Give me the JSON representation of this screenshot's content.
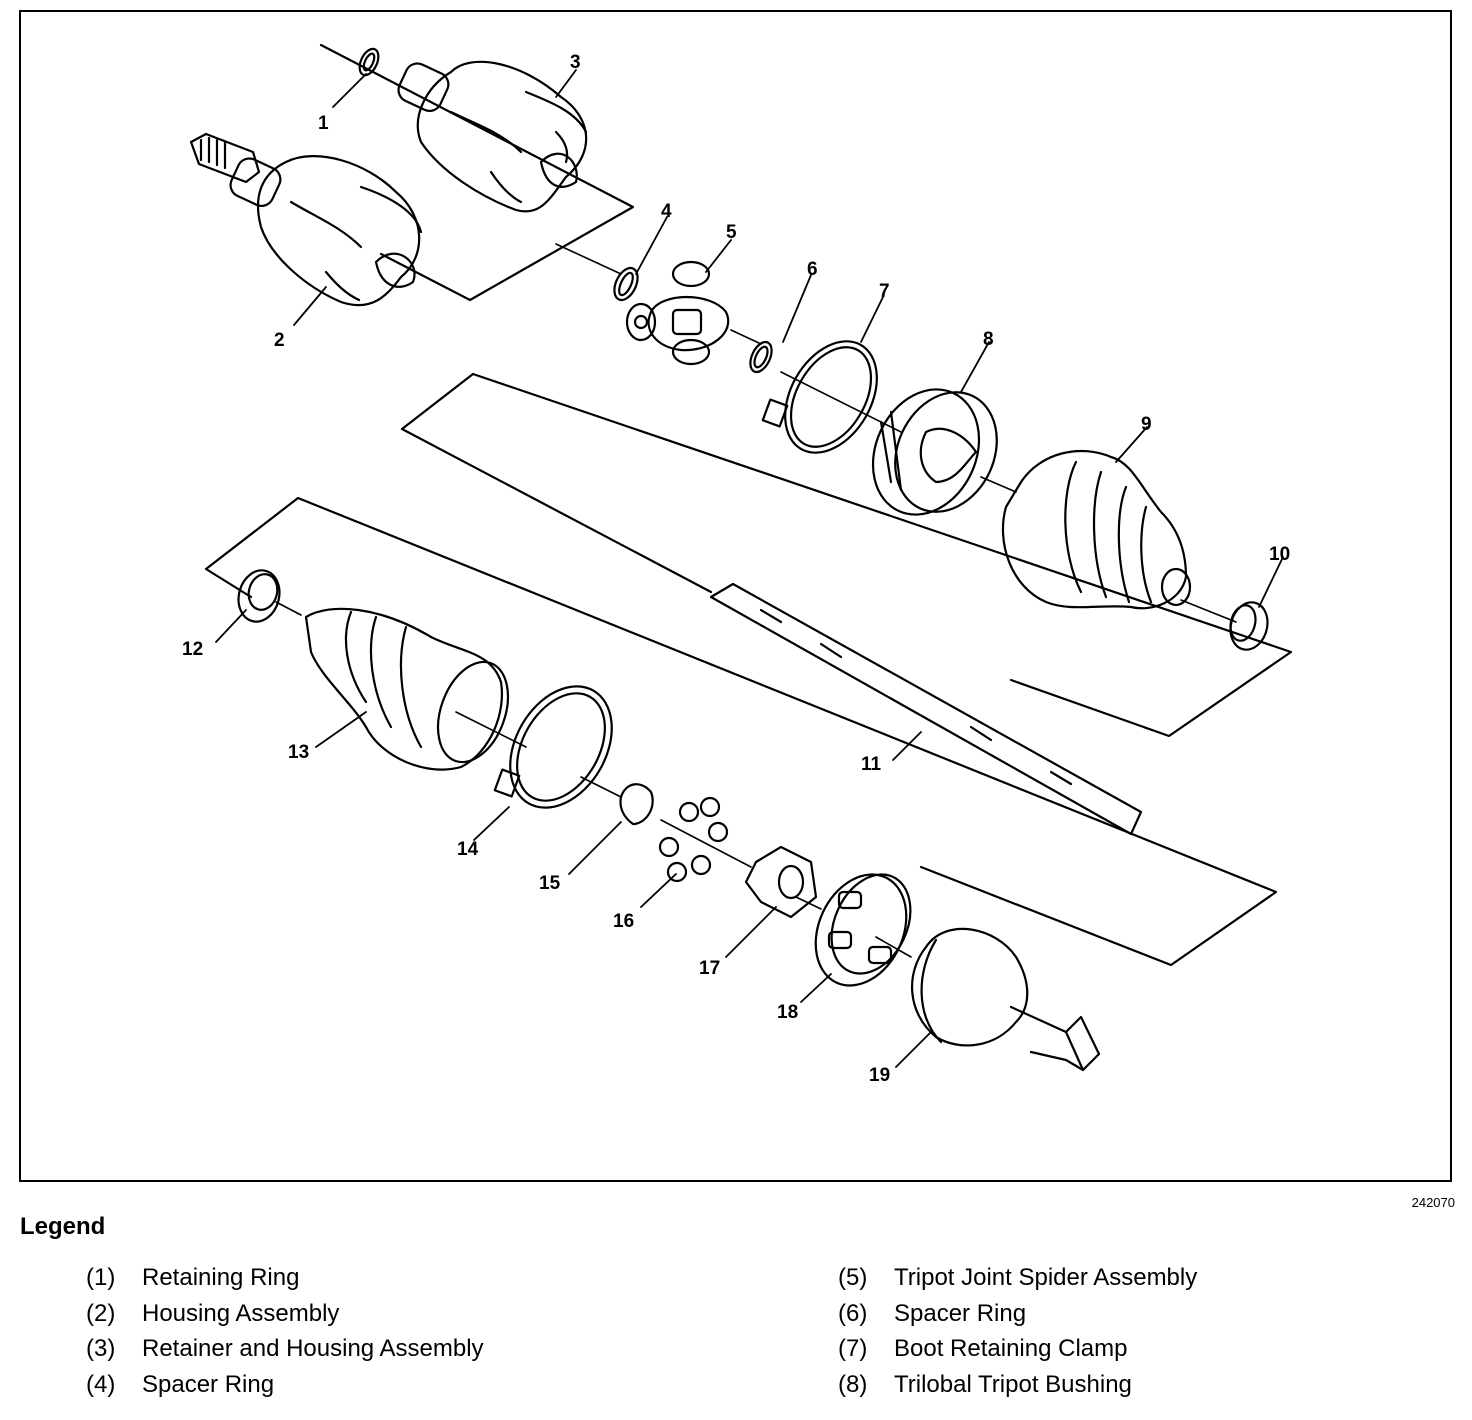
{
  "figure_id": "242070",
  "callouts": [
    "1",
    "2",
    "3",
    "4",
    "5",
    "6",
    "7",
    "8",
    "9",
    "10",
    "11",
    "12",
    "13",
    "14",
    "15",
    "16",
    "17",
    "18",
    "19"
  ],
  "legend": {
    "title": "Legend",
    "left": [
      {
        "num": "(1)",
        "label": "Retaining Ring"
      },
      {
        "num": "(2)",
        "label": "Housing Assembly"
      },
      {
        "num": "(3)",
        "label": "Retainer and Housing Assembly"
      },
      {
        "num": "(4)",
        "label": "Spacer Ring"
      }
    ],
    "right": [
      {
        "num": "(5)",
        "label": "Tripot Joint Spider Assembly"
      },
      {
        "num": "(6)",
        "label": "Spacer Ring"
      },
      {
        "num": "(7)",
        "label": "Boot Retaining Clamp"
      },
      {
        "num": "(8)",
        "label": "Trilobal Tripot Bushing"
      }
    ]
  }
}
